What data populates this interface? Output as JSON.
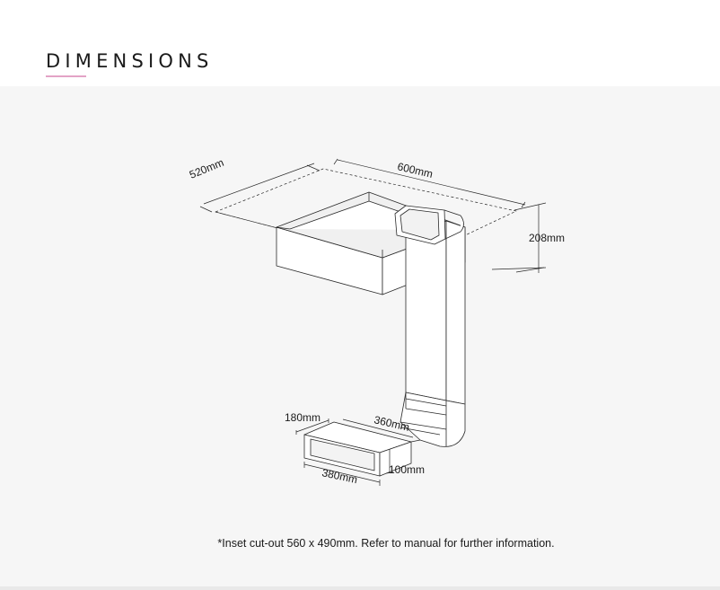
{
  "heading": "DIMENSIONS",
  "colors": {
    "accent_underline": "#e3a3c6",
    "panel_background": "#f6f6f6",
    "line": "#2a2a2a"
  },
  "dimensions": {
    "depth": "520mm",
    "width": "600mm",
    "height": "208mm",
    "outlet_depth": "180mm",
    "outlet_length": "360mm",
    "outlet_height": "100mm",
    "outlet_width": "380mm"
  },
  "footnote": "*Inset cut-out 560 x 490mm. Refer to manual for further information."
}
